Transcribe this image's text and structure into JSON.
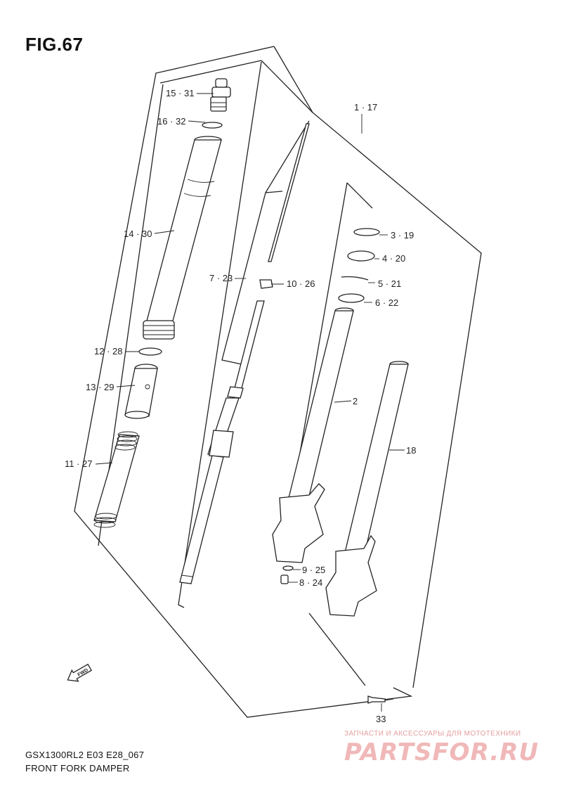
{
  "figure": {
    "title": "FIG.67"
  },
  "callouts": {
    "c15_31": "15 · 31",
    "c16_32": "16 · 32",
    "c14_30": "14 · 30",
    "c7_23": "7 · 23",
    "c10_26": "10 · 26",
    "c12_28": "12 · 28",
    "c13_29": "13 · 29",
    "c11_27": "11 · 27",
    "c1_17": "1 · 17",
    "c3_19": "3 · 19",
    "c4_20": "4 · 20",
    "c5_21": "5 · 21",
    "c6_22": "6 · 22",
    "c2": "2",
    "c18": "18",
    "c9_25": "9 · 25",
    "c8_24": "8 · 24",
    "c33": "33"
  },
  "fwd_label": "FWD",
  "footer": {
    "model_code": "GSX1300RL2 E03 E28_067",
    "model_name": "FRONT FORK DAMPER"
  },
  "watermark": {
    "subtitle": "ЗАПЧАСТИ И АКСЕССУАРЫ ДЛЯ МОТОТЕХНИКИ",
    "brand": "PARTSFOR.RU"
  }
}
